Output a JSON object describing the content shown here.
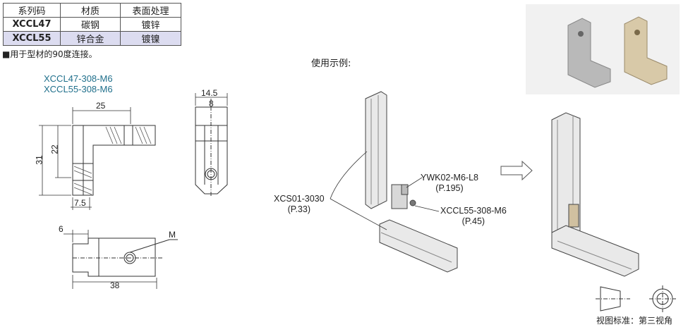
{
  "spec_table": {
    "headers": [
      "系列码",
      "材质",
      "表面处理"
    ],
    "rows": [
      {
        "code": "XCCL47",
        "material": "碳钢",
        "finish": "镀锌"
      },
      {
        "code": "XCCL55",
        "material": "锌合金",
        "finish": "镀镍"
      }
    ]
  },
  "note": "■用于型材的90度连接。",
  "part_numbers": [
    "XCCL47-308-M6",
    "XCCL55-308-M6"
  ],
  "dimensions": {
    "width_top": "25",
    "height_total": "31",
    "height_inner": "22",
    "foot": "7.5",
    "side_width": "14.5",
    "side_inner": "8",
    "bottom_offset": "6",
    "bottom_length": "38",
    "thread": "M"
  },
  "usage": {
    "title": "使用示例:",
    "labels": {
      "profile": "XCS01-3030",
      "profile_page": "(P.33)",
      "screw": "YWK02-M6-L8",
      "screw_page": "(P.195)",
      "bracket": "XCCL55-308-M6",
      "bracket_page": "(P.45)"
    }
  },
  "projection_label": "视图标准：第三视角"
}
